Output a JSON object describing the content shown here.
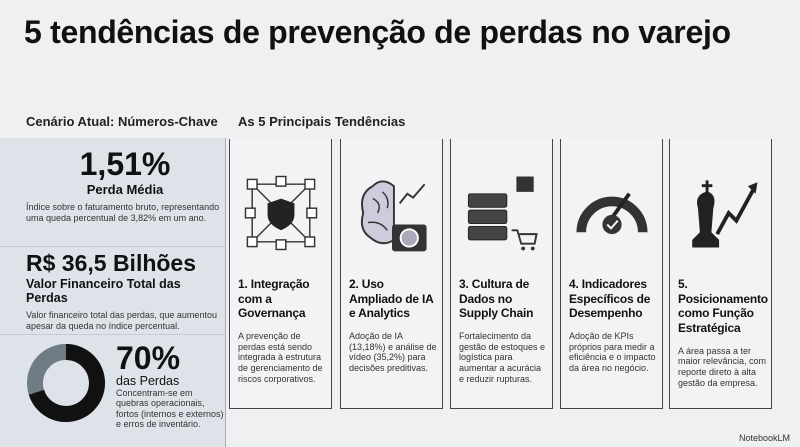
{
  "title": "5 tendências de prevenção de perdas no varejo",
  "left_header": "Cenário Atual: Números-Chave",
  "right_header": "As 5 Principais Tendências",
  "stats": [
    {
      "value": "1,51%",
      "label": "Perda Média",
      "desc": "Índice sobre o faturamento bruto, representando uma queda percentual de 3,82% em um ano."
    },
    {
      "value": "R$ 36,5 Bilhões",
      "label": "Valor Financeiro Total das Perdas",
      "desc": "Valor financeiro total das perdas, que aumentou apesar da queda no índice percentual."
    },
    {
      "value": "70%",
      "label": "das Perdas",
      "desc": "Concentram-se em quebras operacionais, fortos (internos e externos) e erros de inventário.",
      "donut_fraction": 0.7,
      "colors": {
        "main": "#111111",
        "rest": "#6f7c86"
      }
    }
  ],
  "trends": [
    {
      "title": "1. Integração com a Governança",
      "desc": "A prevenção de perdas está sendo integrada à estrutura de gerenciamento de riscos corporativos.",
      "icon": "network-shield-icon"
    },
    {
      "title": "2. Uso Ampliado de IA e Analytics",
      "desc": "Adoção de IA (13,18%) e análise de vídeo (35,2%) para decisões preditivas.",
      "icon": "brain-camera-icon"
    },
    {
      "title": "3. Cultura de Dados no Supply Chain",
      "desc": "Fortalecimento da gestão de estoques e logística para aumentar a acurácia e reduzir rupturas.",
      "icon": "database-cart-icon"
    },
    {
      "title": "4. Indicadores Específicos de Desempenho",
      "desc": "Adoção de KPIs próprios para medir a eficiência e o impacto da área no negócio.",
      "icon": "gauge-check-icon"
    },
    {
      "title": "5. Posicionamento como Função Estratégica",
      "desc": "A área passa a ter maior relevância, com reporte direto à alta gestão da empresa.",
      "icon": "chess-king-arrow-icon"
    }
  ],
  "brand": "NotebookLM"
}
